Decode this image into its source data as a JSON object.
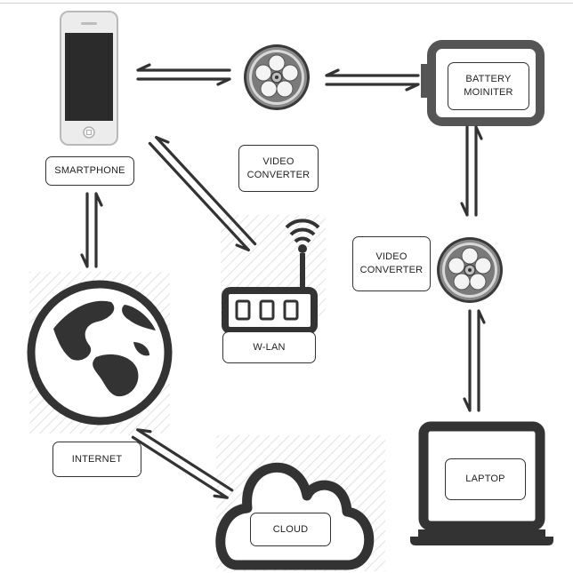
{
  "nodes": {
    "smartphone": "SMARTPHONE",
    "video_converter_top_line1": "VIDEO",
    "video_converter_top_line2": "CONVERTER",
    "battery_line1": "BATTERY",
    "battery_line2": "MOINITER",
    "wlan": "W-LAN",
    "video_converter_right_line1": "VIDEO",
    "video_converter_right_line2": "CONVERTER",
    "internet": "INTERNET",
    "laptop": "LAPTOP",
    "cloud": "CLOUD"
  },
  "icons": {
    "smartphone": "smartphone-icon",
    "film_reel": "film-reel-icon",
    "battery": "battery-icon",
    "router": "wifi-router-icon",
    "globe": "globe-icon",
    "laptop": "laptop-icon",
    "cloud": "cloud-icon",
    "arrows": "bidirectional-arrow-icon"
  },
  "colors": {
    "line": "#333333",
    "hatch": "#e4e4e4",
    "phone_frame": "#e2e2e2",
    "phone_screen": "#2b2b2b",
    "reel": "#666666"
  }
}
